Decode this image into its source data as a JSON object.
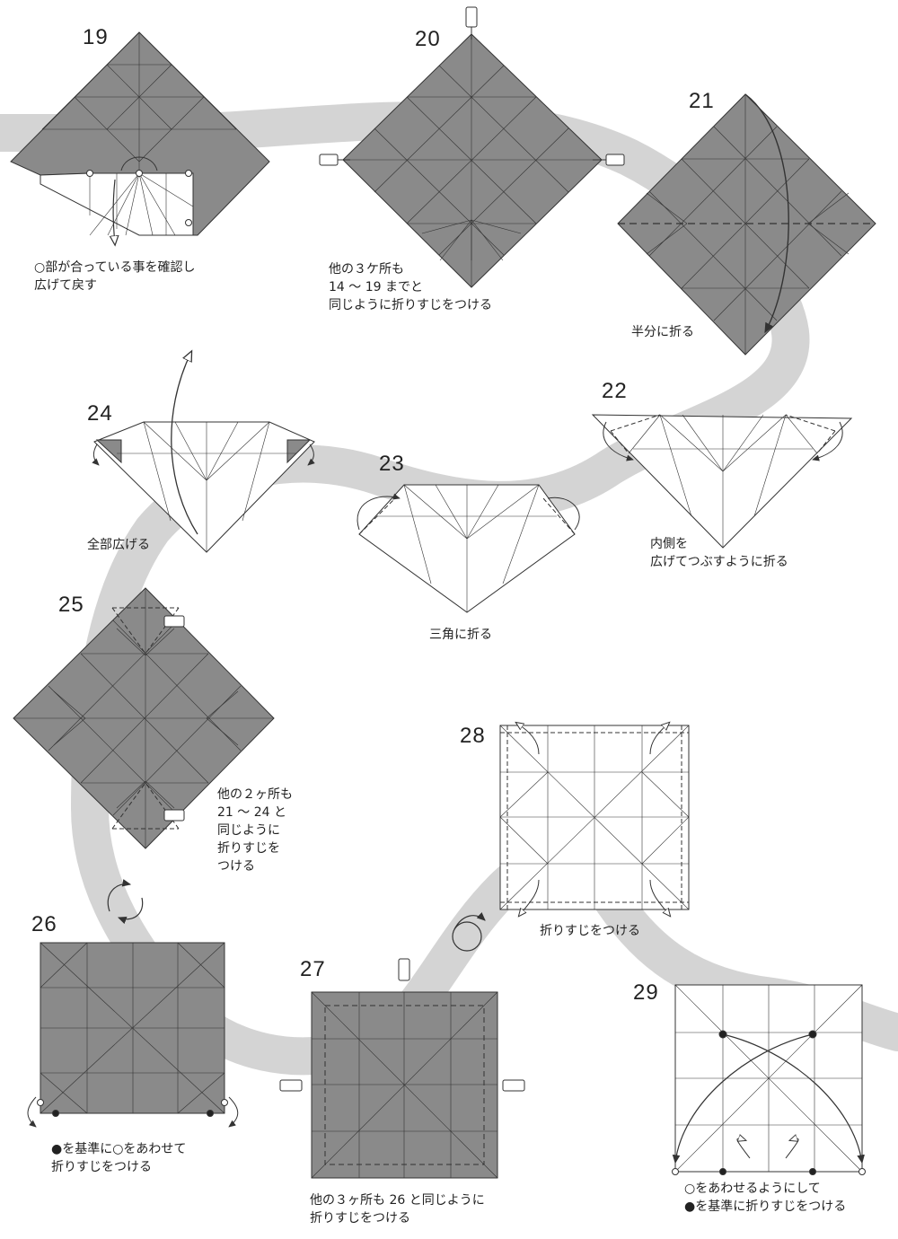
{
  "colors": {
    "paper_gray": "#8a8a8a",
    "paper_white": "#ffffff",
    "line": "#333333",
    "path": "#cfcfcf"
  },
  "steps": [
    {
      "num": "19",
      "caption": "○部が合っている事を確認し\n広げて戻す"
    },
    {
      "num": "20",
      "caption": "他の３ケ所も\n14 ～ 19 までと\n同じように折りすじをつける"
    },
    {
      "num": "21",
      "caption": "半分に折る"
    },
    {
      "num": "22",
      "caption": "内側を\n広げてつぶすように折る"
    },
    {
      "num": "23",
      "caption": "三角に折る"
    },
    {
      "num": "24",
      "caption": "全部広げる"
    },
    {
      "num": "25",
      "caption": "他の２ヶ所も\n21 ～ 24 と\n同じように\n折りすじを\nつける"
    },
    {
      "num": "26",
      "caption": "●を基準に○をあわせて\n折りすじをつける"
    },
    {
      "num": "27",
      "caption": "他の３ヶ所も 26 と同じように\n折りすじをつける"
    },
    {
      "num": "28",
      "caption": "折りすじをつける"
    },
    {
      "num": "29",
      "caption": "○をあわせるようにして\n●を基準に折りすじをつける"
    }
  ],
  "icons": [
    "pointing-hand-icon",
    "fold-arrow-icon",
    "flip-over-icon",
    "rotate-icon"
  ]
}
